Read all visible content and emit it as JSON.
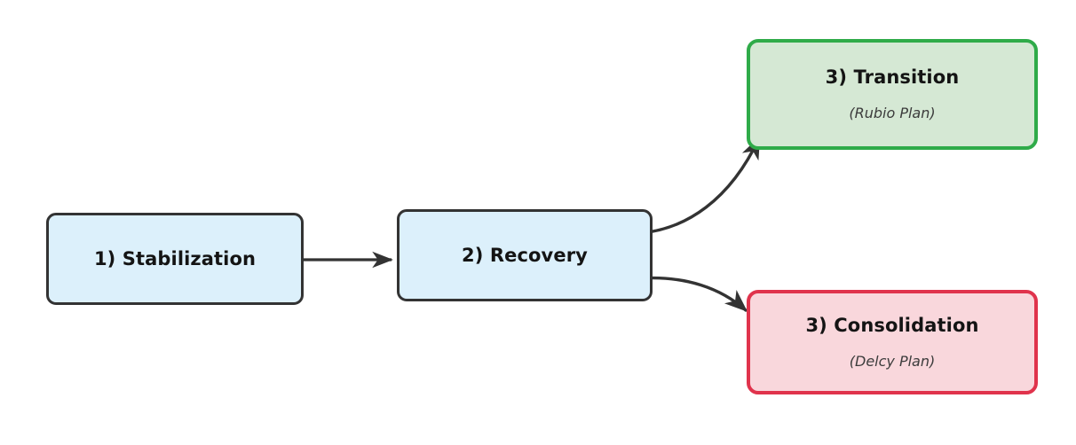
{
  "diagram": {
    "title": "Phased plan flow diagram",
    "background_color": "#ffffff",
    "nodes": [
      {
        "id": "stabilization",
        "title": "1) Stabilization",
        "subtitle": "",
        "fill_color": "#dcf0fb",
        "border_color": "#333333"
      },
      {
        "id": "recovery",
        "title": "2) Recovery",
        "subtitle": "",
        "fill_color": "#dcf0fb",
        "border_color": "#333333"
      },
      {
        "id": "transition",
        "title": "3) Transition",
        "subtitle": "(Rubio Plan)",
        "fill_color": "#d5e8d4",
        "border_color": "#2fab49"
      },
      {
        "id": "consolidation",
        "title": "3) Consolidation",
        "subtitle": "(Delcy Plan)",
        "fill_color": "#f9d7dc",
        "border_color": "#e0334c"
      }
    ],
    "edges": [
      {
        "id": "stabilization-to-recovery",
        "from": "stabilization",
        "to": "recovery",
        "label": "",
        "style": "straight",
        "color": "#333333"
      },
      {
        "id": "recovery-to-transition",
        "from": "recovery",
        "to": "transition",
        "label": "",
        "style": "curved-up",
        "color": "#333333"
      },
      {
        "id": "recovery-to-consolidation",
        "from": "recovery",
        "to": "consolidation",
        "label": "",
        "style": "curved-down",
        "color": "#333333"
      }
    ]
  }
}
